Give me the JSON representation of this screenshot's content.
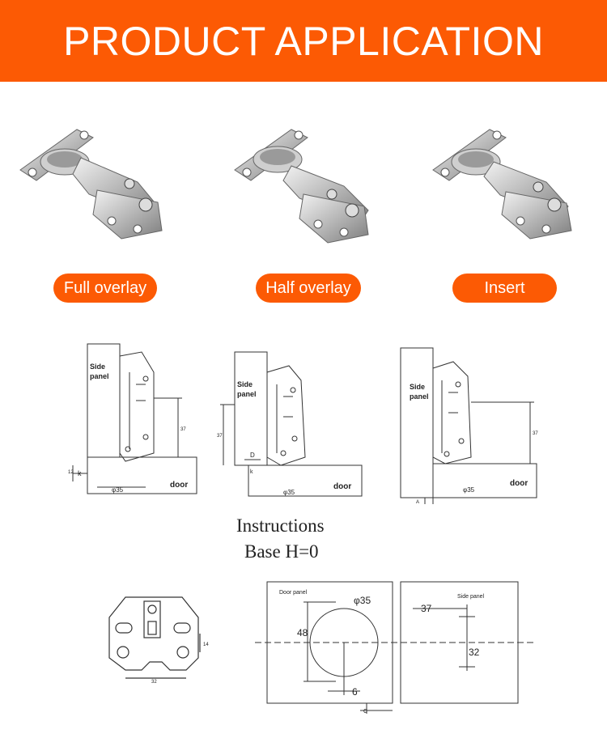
{
  "banner": {
    "title": "PRODUCT APPLICATION",
    "color": "#fc5a04"
  },
  "types": [
    {
      "label": "Full overlay"
    },
    {
      "label": "Half overlay"
    },
    {
      "label": "Insert"
    }
  ],
  "diagrams": {
    "side_panel_label_line1": "Side",
    "side_panel_label_line2": "panel",
    "door_label": "door",
    "dim_diameter": "φ35",
    "dim_k": "k",
    "dim_d": "D",
    "dim_a": "A",
    "dim_37": "37",
    "dim_12": "12"
  },
  "instructions": {
    "line1": "Instructions",
    "line2": "Base H=0"
  },
  "bottom": {
    "plate_dim_32": "32",
    "plate_dim_14": "14",
    "door_panel_label": "Door panel",
    "side_panel_label": "Side panel",
    "dim_phi35": "φ35",
    "dim_48": "48",
    "dim_6": "6",
    "dim_37": "37",
    "dim_32": "32",
    "dim_c": "C"
  }
}
